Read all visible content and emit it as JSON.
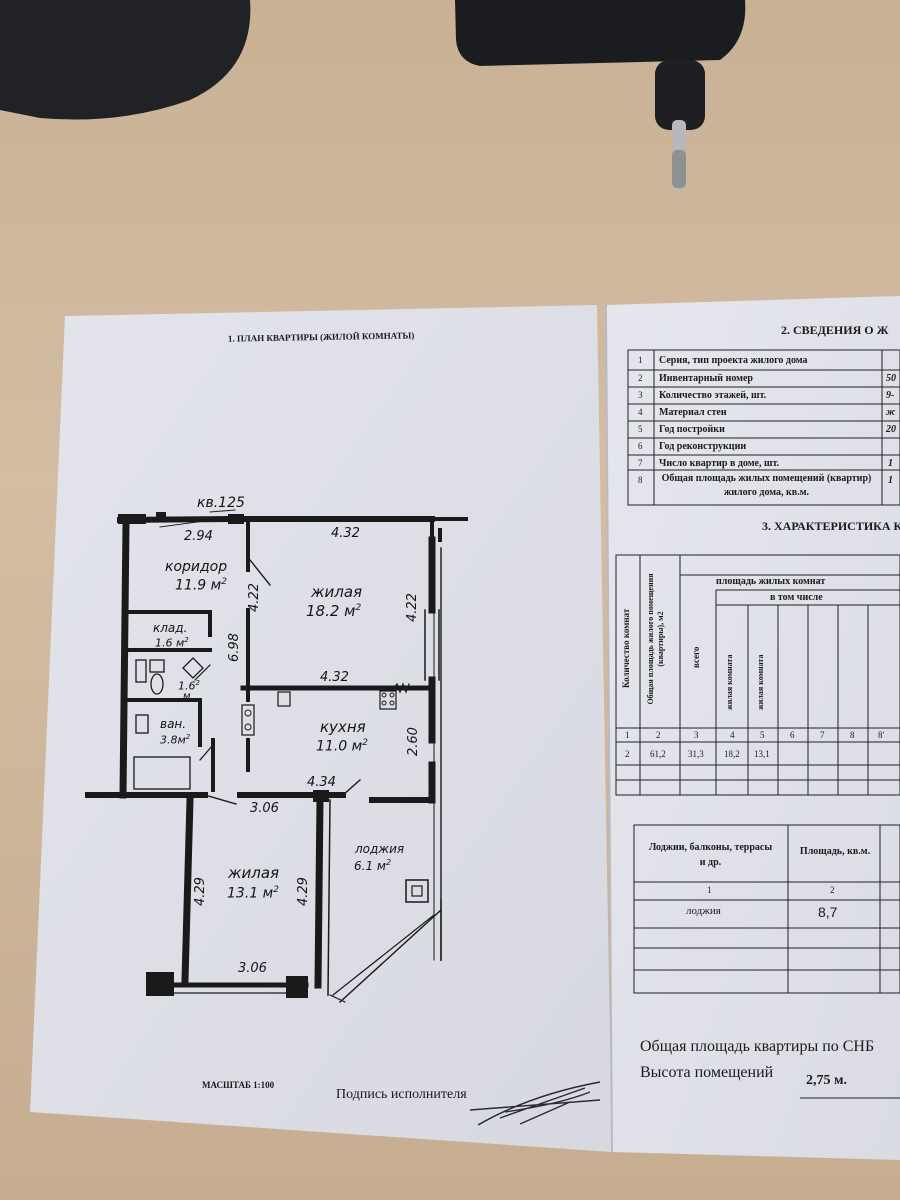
{
  "left_sheet": {
    "title": "1. ПЛАН КВАРТИРЫ (ЖИЛОЙ КОМНАТЫ)",
    "apartment": "кв.125",
    "scale": "МАСШТАБ 1:100",
    "signature_label": "Подпись исполнителя",
    "dimensions": [
      "2.94",
      "4.32",
      "4.22",
      "6.98",
      "4.22",
      "4.32",
      "2.60",
      "4.34",
      "3.06",
      "4.29",
      "4.29",
      "3.06"
    ],
    "rooms": {
      "corridor": {
        "name": "коридор",
        "area": "11.9 м",
        "sup": "2"
      },
      "living1": {
        "name": "жилая",
        "area": "18.2 м",
        "sup": "2"
      },
      "storage": {
        "name": "клад.",
        "area": "1.6 м",
        "sup": "2"
      },
      "wc": {
        "area": "1.6",
        "unit": "м",
        "sup": "2"
      },
      "bath": {
        "name": "ван.",
        "area": "3.8м",
        "sup": "2"
      },
      "kitchen": {
        "name": "кухня",
        "area": "11.0 м",
        "sup": "2"
      },
      "living2": {
        "name": "жилая",
        "area": "13.1 м",
        "sup": "2"
      },
      "loggia": {
        "name": "лоджия",
        "area": "6.1 м",
        "sup": "2"
      }
    }
  },
  "right_sheet": {
    "section2_title": "2. СВЕДЕНИЯ О Ж",
    "section2_rows": [
      {
        "n": "1",
        "label": "Серия, тип проекта жилого дома",
        "value": ""
      },
      {
        "n": "2",
        "label": "Инвентарный номер",
        "value": "50"
      },
      {
        "n": "3",
        "label": "Количество этажей, шт.",
        "value": "9-"
      },
      {
        "n": "4",
        "label": "Материал стен",
        "value": "ж"
      },
      {
        "n": "5",
        "label": "Год постройки",
        "value": "20"
      },
      {
        "n": "6",
        "label": "Год реконструкции",
        "value": ""
      },
      {
        "n": "7",
        "label": "Число квартир в доме, шт.",
        "value": "1"
      },
      {
        "n": "8",
        "label": "Общая площадь жилых помещений (квартир) жилого дома, кв.м.",
        "value": "1"
      }
    ],
    "section3_title": "3. ХАРАКТЕРИСТИКА К",
    "section3_headers": {
      "rooms_count": "Количество комнат",
      "total_area": "Общая площадь жилого помещения (квартиры), м2",
      "living_area": "площадь жилых комнат",
      "including": "в том числе",
      "total": "всего",
      "living_room": "жилая комната"
    },
    "section3_numbers": [
      "1",
      "2",
      "3",
      "4",
      "5",
      "6",
      "7",
      "8",
      "8'"
    ],
    "section3_values": [
      "2",
      "61,2",
      "31,3",
      "18,2",
      "13,1"
    ],
    "loggia_table": {
      "headers": [
        "Лоджии, балконы, террасы и др.",
        "Площадь, кв.м."
      ],
      "numbers": [
        "1",
        "2"
      ],
      "row": [
        "лоджия",
        "8,7"
      ]
    },
    "footer": {
      "total_area_label": "Общая площадь квартиры по СНБ",
      "height_label": "Высота помещений",
      "height_value": "2,75 м."
    }
  }
}
